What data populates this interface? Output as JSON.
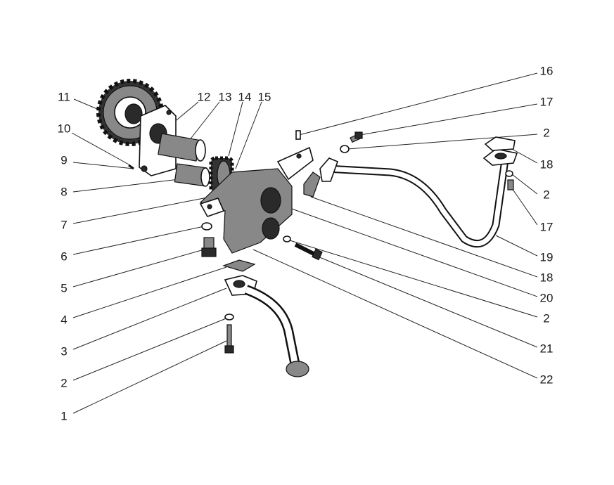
{
  "title": "Oil pump exploded view",
  "callouts": [
    {
      "id": "c11",
      "label": "11"
    },
    {
      "id": "c10",
      "label": "10"
    },
    {
      "id": "c9",
      "label": "9"
    },
    {
      "id": "c8",
      "label": "8"
    },
    {
      "id": "c7",
      "label": "7"
    },
    {
      "id": "c6",
      "label": "6"
    },
    {
      "id": "c5",
      "label": "5"
    },
    {
      "id": "c4",
      "label": "4"
    },
    {
      "id": "c3",
      "label": "3"
    },
    {
      "id": "c2a",
      "label": "2"
    },
    {
      "id": "c1",
      "label": "1"
    },
    {
      "id": "c12",
      "label": "12"
    },
    {
      "id": "c13",
      "label": "13"
    },
    {
      "id": "c14",
      "label": "14"
    },
    {
      "id": "c15",
      "label": "15"
    },
    {
      "id": "c16",
      "label": "16"
    },
    {
      "id": "c17a",
      "label": "17"
    },
    {
      "id": "c2b",
      "label": "2"
    },
    {
      "id": "c18a",
      "label": "18"
    },
    {
      "id": "c2c",
      "label": "2"
    },
    {
      "id": "c17b",
      "label": "17"
    },
    {
      "id": "c19",
      "label": "19"
    },
    {
      "id": "c18b",
      "label": "18"
    },
    {
      "id": "c20",
      "label": "20"
    },
    {
      "id": "c2d",
      "label": "2"
    },
    {
      "id": "c21",
      "label": "21"
    },
    {
      "id": "c22",
      "label": "22"
    }
  ]
}
